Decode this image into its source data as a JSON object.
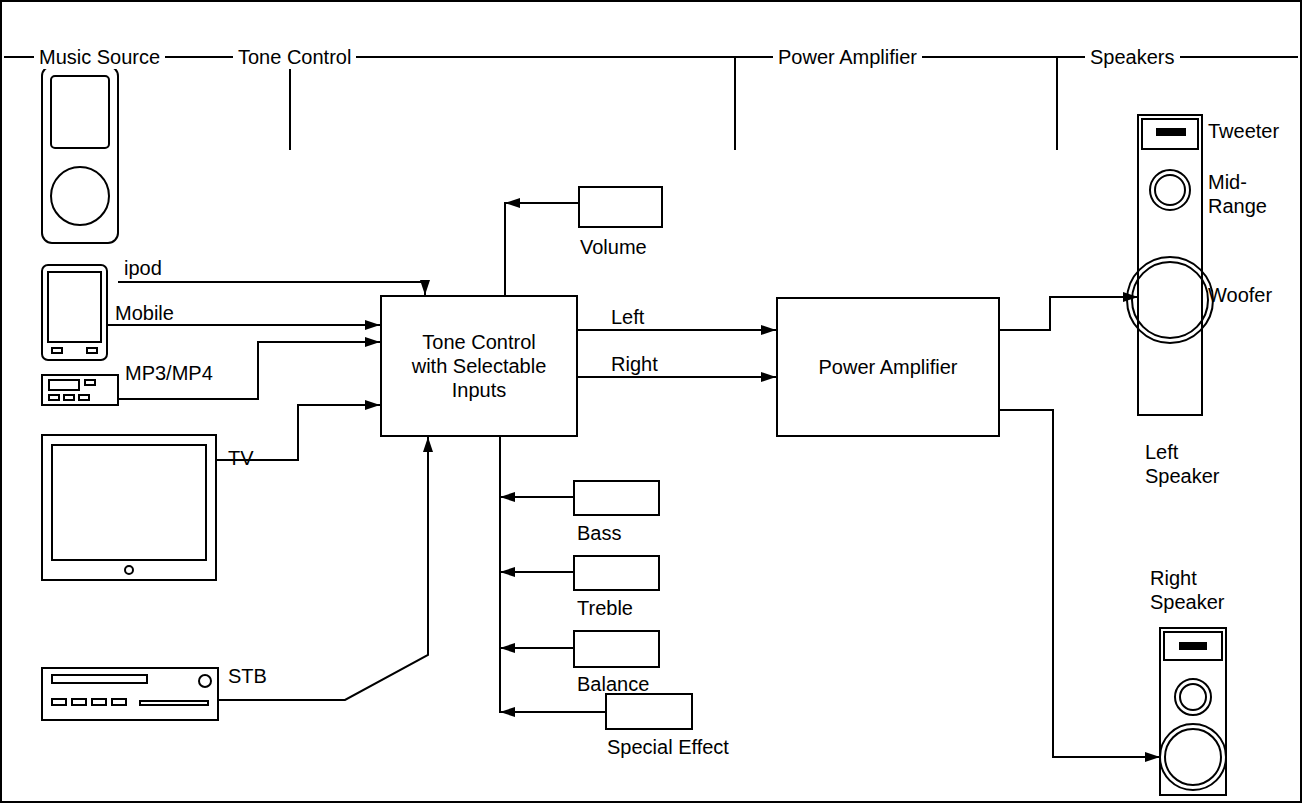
{
  "diagram": {
    "nodes": [
      {
        "text": [
          "ipod"
        ]
      },
      {
        "text": [
          "Mobile"
        ]
      },
      {
        "text": [
          "MP3/MP4"
        ]
      },
      {
        "text": [
          "TV"
        ]
      },
      {
        "text": [
          "STB"
        ]
      },
      {
        "text": [
          "Tone Control with Selectable Inputs"
        ]
      },
      {
        "text": [
          "Volume"
        ]
      },
      {
        "text": [
          "Bass"
        ]
      },
      {
        "text": [
          "Treble"
        ]
      },
      {
        "text": [
          "Balance"
        ]
      },
      {
        "text": [
          "Special Effect"
        ]
      },
      {
        "text": [
          "Power Amplifier"
        ]
      },
      {
        "text": [
          "Left Speaker"
        ]
      },
      {
        "text": [
          "Right Speaker"
        ]
      }
    ],
    "edges": [
      {
        "from": 0,
        "to": 5,
        "arrow": "to"
      },
      {
        "from": 1,
        "to": 5,
        "arrow": "to"
      },
      {
        "from": 2,
        "to": 5,
        "arrow": "to"
      },
      {
        "from": 3,
        "to": 5,
        "arrow": "to"
      },
      {
        "from": 4,
        "to": 5,
        "arrow": "to"
      },
      {
        "from": 6,
        "to": 5,
        "arrow": "to"
      },
      {
        "from": 7,
        "to": 5,
        "arrow": "to"
      },
      {
        "from": 8,
        "to": 5,
        "arrow": "to"
      },
      {
        "from": 9,
        "to": 5,
        "arrow": "to"
      },
      {
        "from": 10,
        "to": 5,
        "arrow": "to"
      },
      {
        "from": 5,
        "to": 11,
        "label": "Left",
        "arrow": "to"
      },
      {
        "from": 5,
        "to": 11,
        "label": "Right",
        "arrow": "to"
      },
      {
        "from": 11,
        "to": 12,
        "arrow": "to"
      },
      {
        "from": 11,
        "to": 13,
        "arrow": "to"
      }
    ],
    "labels": [
      "Music Source",
      "Tone Control",
      "Power Amplifier",
      "Speakers",
      "Tweeter",
      "Mid-Range",
      "Woofer"
    ]
  }
}
